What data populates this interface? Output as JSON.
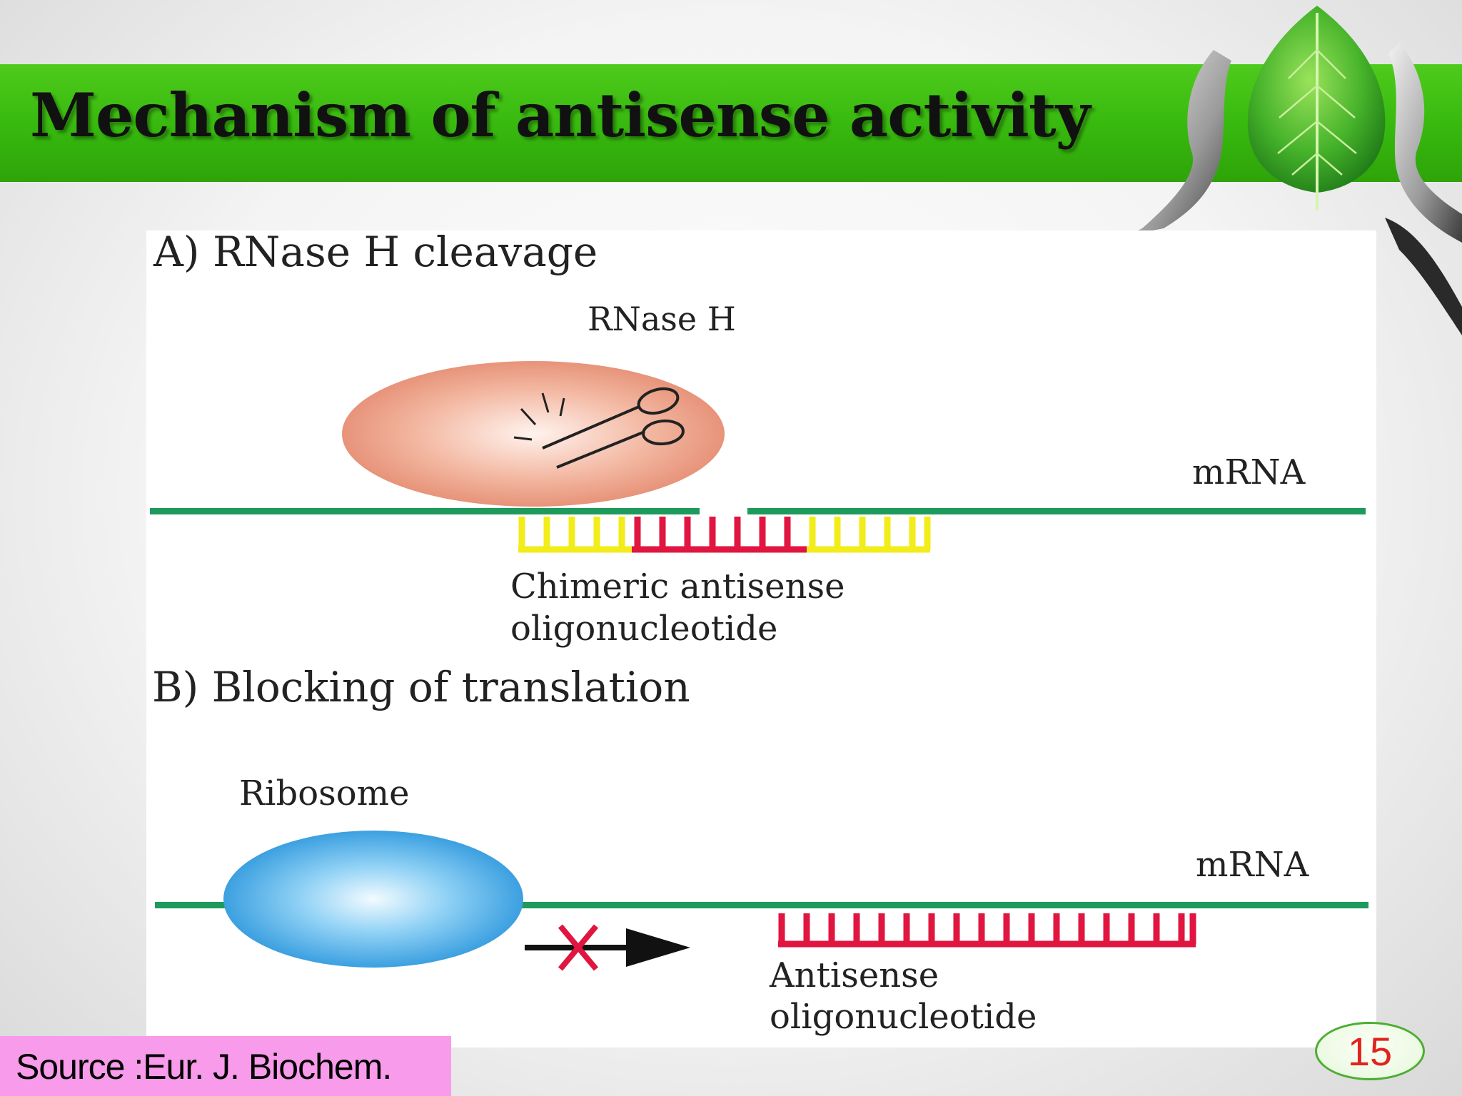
{
  "slide": {
    "title": "Mechanism of antisense activity",
    "source": "Source :Eur. J. Biochem.",
    "page_number": "15"
  },
  "figure": {
    "panel_a": {
      "heading": "A) RNase H cleavage",
      "enzyme_label": "RNase H",
      "mrna_label": "mRNA",
      "oligo_label_line1": "Chimeric antisense",
      "oligo_label_line2": "oligonucleotide"
    },
    "panel_b": {
      "heading": "B) Blocking of translation",
      "ribosome_label": "Ribosome",
      "mrna_label": "mRNA",
      "oligo_label_line1": "Antisense",
      "oligo_label_line2": "oligonucleotide"
    }
  },
  "colors": {
    "title_bar": "#3fbf12",
    "mrna_strand": "#1e9a5c",
    "chimeric_flank": "#f2ec1a",
    "antisense": "#e01640",
    "ribosome": "#3aa7e6",
    "rnase": "#ec9a80",
    "block_cross": "#e01640",
    "source_box": "#f79bea",
    "page_number": "#e0241d"
  },
  "icons": [
    "leaf-icon",
    "hands-icon",
    "scissors-icon",
    "block-cross-icon",
    "arrow-icon"
  ]
}
